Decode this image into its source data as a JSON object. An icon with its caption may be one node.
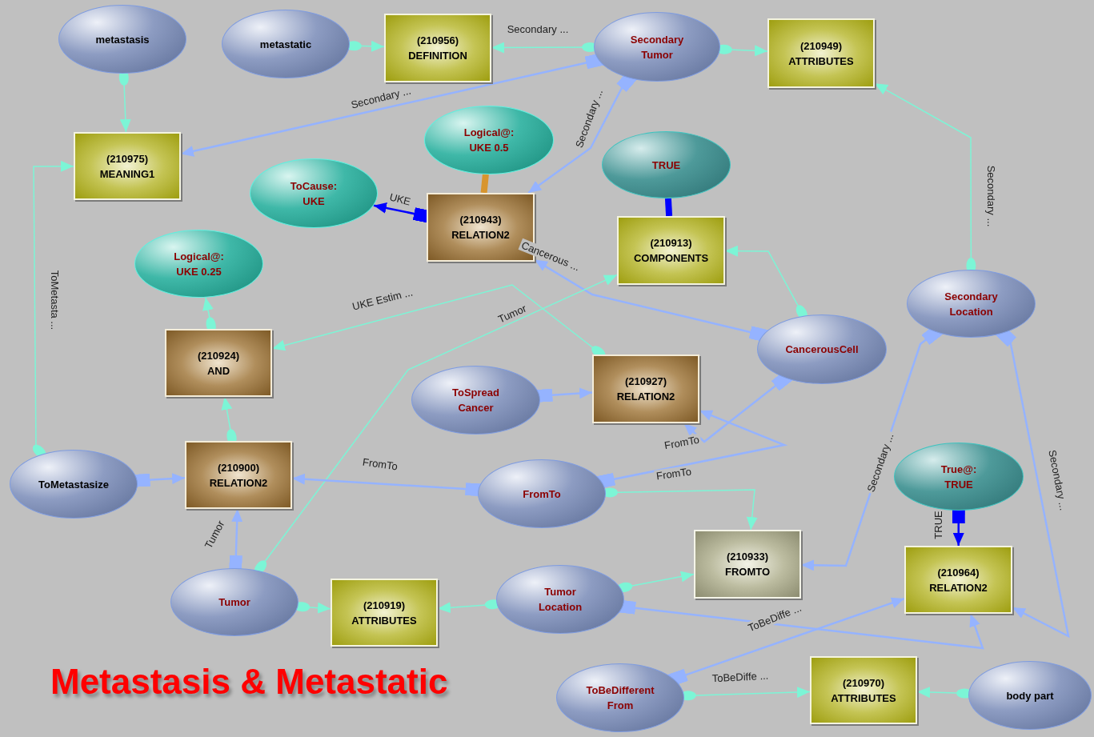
{
  "diagram": {
    "title": "Metastasis & Metastatic",
    "nodes": [
      {
        "text": [
          "metastasis"
        ]
      },
      {
        "text": [
          "metastatic"
        ]
      },
      {
        "text": [
          "(210956)",
          "DEFINITION"
        ]
      },
      {
        "text": [
          "Secondary Tumor"
        ]
      },
      {
        "text": [
          "(210949)",
          "ATTRIBUTES"
        ]
      },
      {
        "text": [
          "(210975)",
          "MEANING1"
        ]
      },
      {
        "text": [
          "Logical@:",
          "UKE 0.5"
        ]
      },
      {
        "text": [
          "ToCause:",
          "UKE"
        ]
      },
      {
        "text": [
          "(210943)",
          "RELATION2"
        ]
      },
      {
        "text": [
          "TRUE"
        ]
      },
      {
        "text": [
          "(210913)",
          "COMPONENTS"
        ]
      },
      {
        "text": [
          "Logical@:",
          "UKE 0.25"
        ]
      },
      {
        "text": [
          "Secondary Location"
        ]
      },
      {
        "text": [
          "(210924)",
          "AND"
        ]
      },
      {
        "text": [
          "CancerousCell"
        ]
      },
      {
        "text": [
          "ToSpread Cancer"
        ]
      },
      {
        "text": [
          "(210927)",
          "RELATION2"
        ]
      },
      {
        "text": [
          "ToMetastasize"
        ]
      },
      {
        "text": [
          "(210900)",
          "RELATION2"
        ]
      },
      {
        "text": [
          "FromTo"
        ]
      },
      {
        "text": [
          "True@:",
          "TRUE"
        ]
      },
      {
        "text": [
          "(210933)",
          "FROMTO"
        ]
      },
      {
        "text": [
          "(210964)",
          "RELATION2"
        ]
      },
      {
        "text": [
          "Tumor"
        ]
      },
      {
        "text": [
          "(210919)",
          "ATTRIBUTES"
        ]
      },
      {
        "text": [
          "Tumor Location"
        ]
      },
      {
        "text": [
          "ToBeDifferent From"
        ]
      },
      {
        "text": [
          "(210970)",
          "ATTRIBUTES"
        ]
      },
      {
        "text": [
          "body part"
        ]
      }
    ],
    "edges": [
      {
        "from": 0,
        "to": 5,
        "arrow": "to"
      },
      {
        "from": 1,
        "to": 2,
        "arrow": "to"
      },
      {
        "from": 3,
        "to": 2,
        "arrow": "to",
        "label": "Secondary ..."
      },
      {
        "from": 3,
        "to": 4,
        "arrow": "to"
      },
      {
        "from": 3,
        "to": 5,
        "arrow": "to",
        "label": "Secondary ...",
        "color": "#95b3ff"
      },
      {
        "from": 3,
        "to": 8,
        "arrow": "to",
        "label": "Secondary ...",
        "color": "#95b3ff"
      },
      {
        "from": 6,
        "to": 8,
        "arrow": "none",
        "style": "thick",
        "color": "#d8952e"
      },
      {
        "from": 8,
        "to": 7,
        "arrow": "to",
        "label": "UKE",
        "color": "#0000ff"
      },
      {
        "from": 9,
        "to": 10,
        "arrow": "none",
        "style": "thick",
        "color": "#0000ff"
      },
      {
        "from": 14,
        "to": 8,
        "arrow": "to",
        "label": "Cancerous ...",
        "color": "#95b3ff"
      },
      {
        "from": 14,
        "to": 10,
        "arrow": "to"
      },
      {
        "from": 23,
        "to": 10,
        "arrow": "to",
        "label": "Tumor"
      },
      {
        "from": 16,
        "to": 13,
        "arrow": "to",
        "label": "UKE Estim ..."
      },
      {
        "from": 12,
        "to": 4,
        "arrow": "to",
        "label": "Secondary ..."
      },
      {
        "from": 13,
        "to": 11,
        "arrow": "to"
      },
      {
        "from": 18,
        "to": 13,
        "arrow": "to"
      },
      {
        "from": 17,
        "to": 5,
        "arrow": "to",
        "label": "ToMetasta ..."
      },
      {
        "from": 17,
        "to": 18,
        "arrow": "to",
        "color": "#95b3ff"
      },
      {
        "from": 19,
        "to": 18,
        "arrow": "to",
        "label": "FromTo",
        "color": "#95b3ff"
      },
      {
        "from": 23,
        "to": 18,
        "arrow": "to",
        "label": "Tumor",
        "color": "#95b3ff"
      },
      {
        "from": 15,
        "to": 16,
        "arrow": "to",
        "color": "#95b3ff"
      },
      {
        "from": 14,
        "to": 16,
        "arrow": "to",
        "label": "FromTo",
        "color": "#95b3ff"
      },
      {
        "from": 19,
        "to": 16,
        "arrow": "to",
        "label": "FromTo",
        "color": "#95b3ff"
      },
      {
        "from": 19,
        "to": 21,
        "arrow": "to"
      },
      {
        "from": 12,
        "to": 21,
        "arrow": "to",
        "label": "Secondary ...",
        "color": "#95b3ff"
      },
      {
        "from": 12,
        "to": 22,
        "arrow": "to",
        "label": "Secondary ...",
        "color": "#95b3ff"
      },
      {
        "from": 20,
        "to": 22,
        "arrow": "to",
        "label": "TRUE",
        "color": "#0000ff"
      },
      {
        "from": 23,
        "to": 24,
        "arrow": "to"
      },
      {
        "from": 25,
        "to": 24,
        "arrow": "to"
      },
      {
        "from": 25,
        "to": 21,
        "arrow": "to"
      },
      {
        "from": 25,
        "to": 22,
        "arrow": "to",
        "color": "#95b3ff"
      },
      {
        "from": 26,
        "to": 22,
        "arrow": "to",
        "label": "ToBeDiffe ...",
        "color": "#95b3ff"
      },
      {
        "from": 26,
        "to": 27,
        "arrow": "to",
        "label": "ToBeDiffe ..."
      },
      {
        "from": 28,
        "to": 27,
        "arrow": "to"
      }
    ]
  }
}
